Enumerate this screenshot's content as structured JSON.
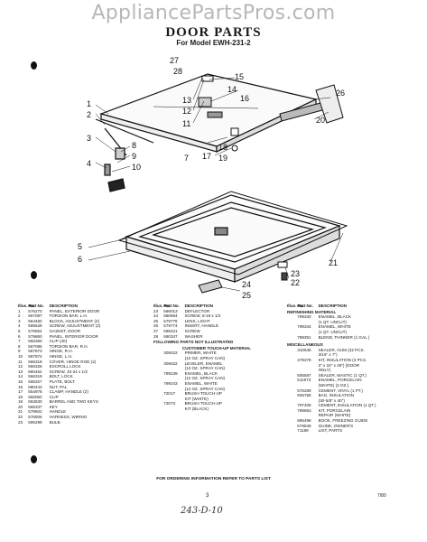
{
  "watermark": "AppliancePartsPros.com",
  "title": "DOOR PARTS",
  "subtitle": "For Model EWH-231-2",
  "callouts": [
    "1",
    "2",
    "3",
    "4",
    "5",
    "6",
    "7",
    "8",
    "9",
    "10",
    "11",
    "12",
    "13",
    "14",
    "15",
    "16",
    "17",
    "18",
    "19",
    "20",
    "21",
    "22",
    "23",
    "24",
    "25",
    "26",
    "27",
    "28"
  ],
  "table_headers": {
    "no": "Illus. No.",
    "part": "Part No.",
    "desc": "DESCRIPTION"
  },
  "col1": [
    {
      "no": "1",
      "part": "576270",
      "desc": "PANEL, EXTERIOR DOOR"
    },
    {
      "no": "2",
      "part": "567087",
      "desc": "TORSION BAR, L.H."
    },
    {
      "no": "3",
      "part": "564482",
      "desc": "BLOCK, ADJUSTMENT (2)"
    },
    {
      "no": "4",
      "part": "595528",
      "desc": "SCREW, ADJUSTMENT (2)"
    },
    {
      "no": "5",
      "part": "575864",
      "desc": "GASKET, DOOR"
    },
    {
      "no": "6",
      "part": "579860",
      "desc": "PANEL, INTERIOR DOOR"
    },
    {
      "no": "7",
      "part": "556360",
      "desc": "CLIP (40)"
    },
    {
      "no": "8",
      "part": "567086",
      "desc": "TORSION BAR, R.H."
    },
    {
      "no": "9",
      "part": "567873",
      "desc": "HINGE, R.H."
    },
    {
      "no": "10",
      "part": "567874",
      "desc": "HINGE, L.H."
    },
    {
      "no": "11",
      "part": "566318",
      "desc": "COVER, HINGE ROD (2)"
    },
    {
      "no": "12",
      "part": "566328",
      "desc": "ESCROLL LOCK"
    },
    {
      "no": "13",
      "part": "680452",
      "desc": "SCREW, 10-24 x 1/2"
    },
    {
      "no": "14",
      "part": "566319",
      "desc": "BOLT, LOCK"
    },
    {
      "no": "15",
      "part": "565327",
      "desc": "PLATE, BOLT"
    },
    {
      "no": "16",
      "part": "680443",
      "desc": "NUT, PAL"
    },
    {
      "no": "17",
      "part": "554976",
      "desc": "CLAMP, HANDLE (2)"
    },
    {
      "no": "18",
      "part": "555062",
      "desc": "CLIP"
    },
    {
      "no": "19",
      "part": "553630",
      "desc": "BARREL AND TWO KEYS"
    },
    {
      "no": "20",
      "part": "565337",
      "desc": "KEY"
    },
    {
      "no": "21",
      "part": "579602",
      "desc": "HANDLE"
    },
    {
      "no": "22",
      "part": "576506",
      "desc": "HARNESS, WIRING"
    },
    {
      "no": "23",
      "part": "595299",
      "desc": "BULB"
    }
  ],
  "col2": [
    {
      "no": "23",
      "part": "566013",
      "desc": "DEFLECTOR"
    },
    {
      "no": "24",
      "part": "680694",
      "desc": "SCREW, 8-18 x 1/2"
    },
    {
      "no": "25",
      "part": "579775",
      "desc": "LENS, LIGHT"
    },
    {
      "no": "26",
      "part": "579774",
      "desc": "INSERT, HANDLE"
    },
    {
      "no": "27",
      "part": "595421",
      "desc": "SCREW"
    },
    {
      "no": "28",
      "part": "680347",
      "desc": "WASHER"
    }
  ],
  "col2_note": "FOLLOWING PARTS NOT ILLUSTRATED",
  "col2_section": "CUSTOMER TOUCH-UP MATERIAL",
  "col2b": [
    {
      "no": "",
      "part": "305022",
      "desc": "PRIMER, WHITE"
    },
    {
      "no": "",
      "part": "",
      "desc": "(12 OZ. SPRAY CAN)"
    },
    {
      "no": "",
      "part": "306022",
      "desc": "LEVELER, ENAMEL"
    },
    {
      "no": "",
      "part": "",
      "desc": "(12 OZ. SPRAY CAN)"
    },
    {
      "no": "",
      "part": "799239",
      "desc": "ENAMEL, BLACK"
    },
    {
      "no": "",
      "part": "",
      "desc": "(12 OZ. SPRAY CAN)"
    },
    {
      "no": "",
      "part": "799243",
      "desc": "ENAMEL, WHITE"
    },
    {
      "no": "",
      "part": "",
      "desc": "(12 OZ. SPRAY CAN)"
    },
    {
      "no": "",
      "part": "72017",
      "desc": "BRUSH TOUCH-UP"
    },
    {
      "no": "",
      "part": "",
      "desc": "KIT (WHITE)"
    },
    {
      "no": "",
      "part": "72073",
      "desc": "BRUSH TOUCH-UP"
    },
    {
      "no": "",
      "part": "",
      "desc": "KIT (BLACK)"
    }
  ],
  "col3_section1": "REFINISHING MATERIAL",
  "col3a": [
    {
      "part": "799340",
      "desc": "ENAMEL, BLACK"
    },
    {
      "part": "",
      "desc": "(1 QT. UNCUT)"
    },
    {
      "part": "799344",
      "desc": "ENAMEL, WHITE"
    },
    {
      "part": "",
      "desc": "(1 QT. UNCUT)"
    },
    {
      "part": "799351",
      "desc": "BLEND, THINNER (1 GAL.)"
    }
  ],
  "col3_section2": "MISCELLANEOUS",
  "col3b": [
    {
      "part": "310645",
      "desc": "SEALER, GUM (32 PCS."
    },
    {
      "part": "",
      "desc": "3/16\" x 7\")"
    },
    {
      "part": "479378",
      "desc": "KIT, INSULATION (3 PCS."
    },
    {
      "part": "",
      "desc": "2\" x 24\" x 48\") (DOOR"
    },
    {
      "part": "",
      "desc": "ONLY)"
    },
    {
      "part": "505587",
      "desc": "SEALER, MASTIC (1 QT.)"
    },
    {
      "part": "511873",
      "desc": "ENAMEL, PORCELAIN"
    },
    {
      "part": "",
      "desc": "(WHITE) (2 OZ.)"
    },
    {
      "part": "576289",
      "desc": "CEMENT, VINYL (1 PT.)"
    },
    {
      "part": "606766",
      "desc": "BAG, INSULATION"
    },
    {
      "part": "",
      "desc": "(30-5/8\" x 40\")"
    },
    {
      "part": "797408",
      "desc": "CEMENT, INSULATION (1 QT.)"
    },
    {
      "part": "799863",
      "desc": "KIT, PORCELAIN"
    },
    {
      "part": "",
      "desc": "REPAIR (WHITE)"
    },
    {
      "part": "685498",
      "desc": "BOOK, FREEZING GUIDE"
    },
    {
      "part": "579849",
      "desc": "GUIDE, OWNER'S"
    },
    {
      "part": "71189",
      "desc": "LIST, PARTS"
    }
  ],
  "footer": "FOR ORDERING INFORMATION REFER TO PARTS LIST",
  "page_number": "3",
  "code": "7/80",
  "handwritten": "243-D-10"
}
